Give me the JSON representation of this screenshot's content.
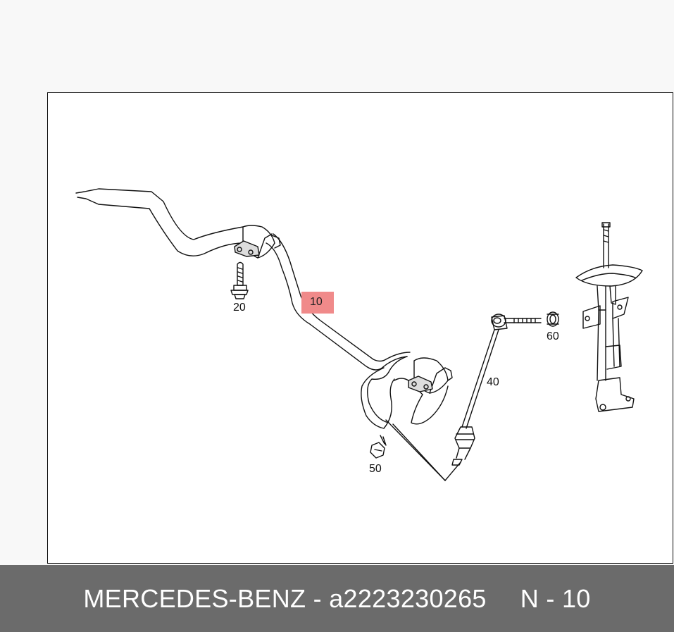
{
  "diagram": {
    "part_labels": {
      "bolt": "20",
      "stabilizer_bar": "10",
      "link": "40",
      "nut_top": "60",
      "nut_bottom": "50"
    }
  },
  "footer": {
    "brand": "MERCEDES-BENZ",
    "separator": " - ",
    "part_number": "a2223230265",
    "position_code": "N - 10"
  },
  "colors": {
    "footer_bg": "#6b6b6b",
    "highlight": "#f08a8a"
  }
}
